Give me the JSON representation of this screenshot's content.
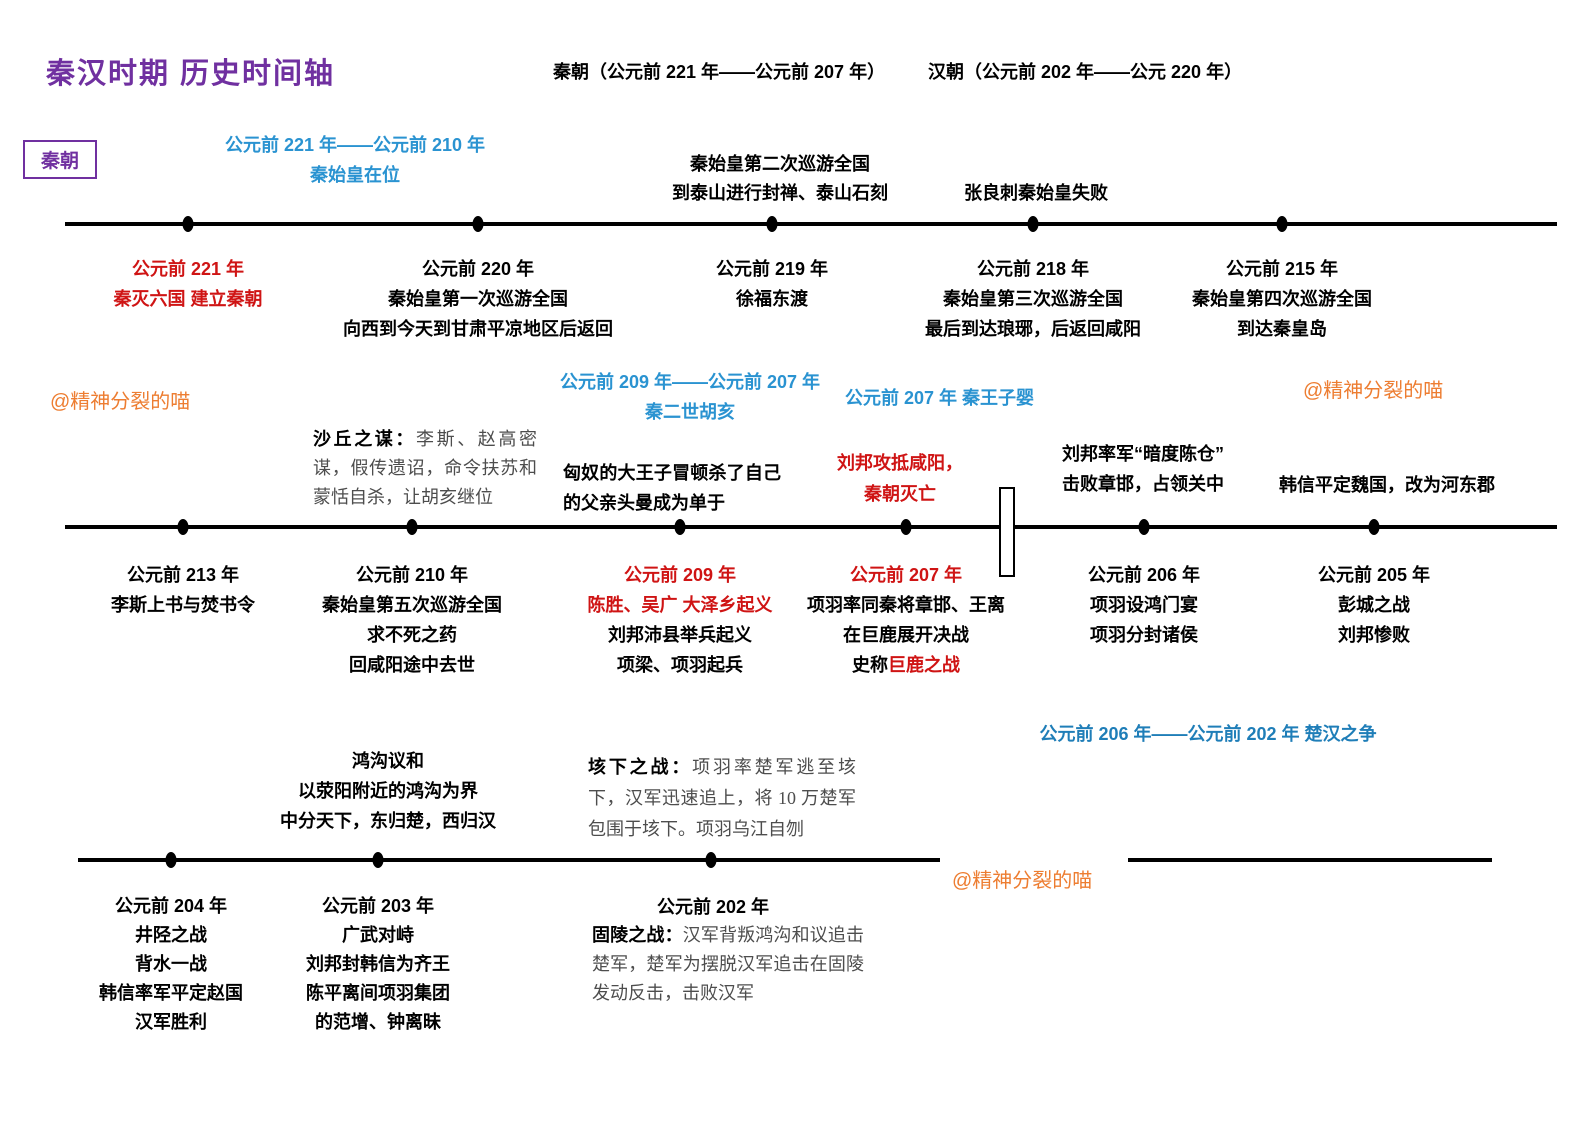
{
  "colors": {
    "purple": "#7030a0",
    "blue": "#2a93d1",
    "blue2": "#1f7eb8",
    "red": "#cf1414",
    "orange": "#ed7d31",
    "gray": "#4d4d4d"
  },
  "header": {
    "title": "秦汉时期 历史时间轴",
    "qin_range": "秦朝（公元前 221 年——公元前 207 年）",
    "han_range": "汉朝（公元前 202 年——公元 220 年）"
  },
  "watermark": "@精神分裂的喵",
  "qin_label": "秦朝",
  "t1": {
    "reign": [
      "公元前 221 年——公元前 210 年",
      "秦始皇在位"
    ],
    "above_tour2": [
      "秦始皇第二次巡游全国",
      "到泰山进行封禅、泰山石刻"
    ],
    "above_zhangliang": "张良刺秦始皇失败",
    "events": [
      {
        "year": "公元前 221 年",
        "lines": [
          "秦灭六国 建立秦朝"
        ]
      },
      {
        "year": "公元前 220 年",
        "lines": [
          "秦始皇第一次巡游全国",
          "向西到今天到甘肃平凉地区后返回"
        ]
      },
      {
        "year": "公元前 219 年",
        "lines": [
          "徐福东渡"
        ]
      },
      {
        "year": "公元前 218 年",
        "lines": [
          "秦始皇第三次巡游全国",
          "最后到达琅琊，后返回咸阳"
        ]
      },
      {
        "year": "公元前 215 年",
        "lines": [
          "秦始皇第四次巡游全国",
          "到达秦皇岛"
        ]
      }
    ]
  },
  "mid1": {
    "hu_hai": [
      "公元前 209 年——公元前 207 年",
      "秦二世胡亥"
    ],
    "zi_ying": "公元前 207 年 秦王子婴"
  },
  "t2": {
    "shaqiu_title": "沙丘之谋：",
    "shaqiu_desc": "李斯、赵高密谋，假传遗诏，命令扶苏和蒙恬自杀，让胡亥继位",
    "xiongnu": "匈奴的大王子冒顿杀了自己的父亲头曼成为单于",
    "xianyang": [
      "刘邦攻抵咸阳，",
      "秦朝灭亡"
    ],
    "chencang": [
      "刘邦率军“暗度陈仓”",
      "击败章邯，占领关中"
    ],
    "hanxin_wei": "韩信平定魏国，改为河东郡",
    "events": [
      {
        "year": "公元前 213 年",
        "lines": [
          "李斯上书与焚书令"
        ]
      },
      {
        "year": "公元前 210 年",
        "lines": [
          "秦始皇第五次巡游全国",
          "求不死之药",
          "回咸阳途中去世"
        ]
      },
      {
        "year": "公元前 209 年",
        "red_line": "陈胜、吴广 大泽乡起义",
        "lines": [
          "刘邦沛县举兵起义",
          "项梁、项羽起兵"
        ]
      },
      {
        "year": "公元前 207 年",
        "lines": [
          "项羽率同秦将章邯、王离",
          "在巨鹿展开决战"
        ],
        "mixed_prefix": "史称",
        "mixed_red": "巨鹿之战"
      },
      {
        "year": "公元前 206 年",
        "lines": [
          "项羽设鸿门宴",
          "项羽分封诸侯"
        ]
      },
      {
        "year": "公元前 205 年",
        "lines": [
          "彭城之战",
          "刘邦惨败"
        ]
      }
    ]
  },
  "mid2": {
    "chuhan": "公元前 206 年——公元前 202 年 楚汉之争"
  },
  "t3": {
    "honggou": [
      "鸿沟议和",
      "以荥阳附近的鸿沟为界",
      "中分天下，东归楚，西归汉"
    ],
    "gaixia_title": "垓下之战：",
    "gaixia_desc": "项羽率楚军逃至垓下，汉军迅速追上，将 10 万楚军包围于垓下。项羽乌江自刎",
    "events": [
      {
        "year": "公元前 204 年",
        "lines": [
          "井陉之战",
          "背水一战",
          "韩信率军平定赵国",
          "汉军胜利"
        ]
      },
      {
        "year": "公元前 203 年",
        "lines": [
          "广武对峙",
          "刘邦封韩信为齐王",
          "陈平离间项羽集团",
          "的范增、钟离昧"
        ]
      },
      {
        "year": "公元前 202 年",
        "guling_title": "固陵之战：",
        "guling_desc": "汉军背叛鸿沟和议追击楚军，楚军为摆脱汉军追击在固陵发动反击，击败汉军"
      }
    ]
  }
}
